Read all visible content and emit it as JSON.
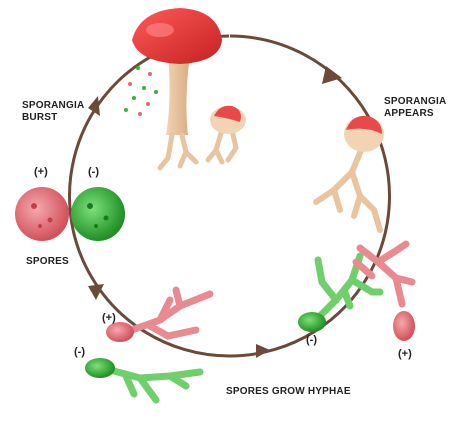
{
  "labels": {
    "sporangia_burst_line1": "SPORANGIA",
    "sporangia_burst_line2": "BURST",
    "sporangia_appears_line1": "SPORANGIA",
    "sporangia_appears_line2": "APPEARS",
    "spores": "SPORES",
    "spores_grow_hyphae": "SPORES GROW HYPHAE"
  },
  "mating_types": {
    "plus": "(+)",
    "minus": "(-)"
  },
  "colors": {
    "cycle_arrow": "#6b4a3a",
    "plus_strain": "#e06b74",
    "minus_strain": "#3fae3f",
    "sporangium_cap": "#e23b3b",
    "stalk": "#e8c4a0"
  },
  "icons": [
    "mushroom-sporangium-icon",
    "small-sporangium-icon",
    "plus-spore-icon",
    "minus-spore-icon",
    "hyphae-icon",
    "arrow-icon"
  ]
}
